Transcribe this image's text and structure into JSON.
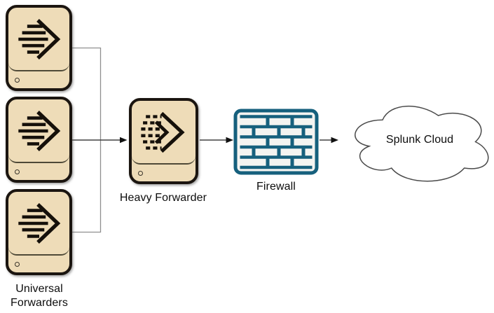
{
  "diagram": {
    "type": "flow-diagram",
    "background": "#ffffff",
    "nodes": [
      {
        "id": "universal-forwarders",
        "label": "Universal Forwarders",
        "shape": "server-stack",
        "count": 3,
        "icon": "forward-arrow-icon",
        "fill": "#eedcb8",
        "border": "#1b1510"
      },
      {
        "id": "heavy-forwarder",
        "label": "Heavy Forwarder",
        "shape": "server",
        "count": 1,
        "icon": "fast-forward-arrow-icon",
        "fill": "#eedcb8",
        "border": "#1b1510"
      },
      {
        "id": "firewall",
        "label": "Firewall",
        "shape": "brick-wall",
        "icon": "brick-wall-icon",
        "color": "#16607d",
        "fill": "#f4f4f1"
      },
      {
        "id": "splunk-cloud",
        "label": "Splunk Cloud",
        "shape": "cloud",
        "icon": "cloud-icon",
        "stroke": "#4a4a4a",
        "fill": "#ffffff"
      }
    ],
    "edges": [
      {
        "from": "universal-forwarder-1",
        "to": "fan-in-junction",
        "style": "plain",
        "color": "#8f8f8f"
      },
      {
        "from": "universal-forwarder-3",
        "to": "fan-in-junction",
        "style": "plain",
        "color": "#8f8f8f"
      },
      {
        "from": "universal-forwarder-2",
        "to": "heavy-forwarder",
        "style": "arrow",
        "color": "#404040"
      },
      {
        "from": "heavy-forwarder",
        "to": "firewall",
        "style": "arrow",
        "color": "#404040"
      },
      {
        "from": "firewall",
        "to": "splunk-cloud",
        "style": "arrow",
        "color": "#404040"
      }
    ]
  }
}
